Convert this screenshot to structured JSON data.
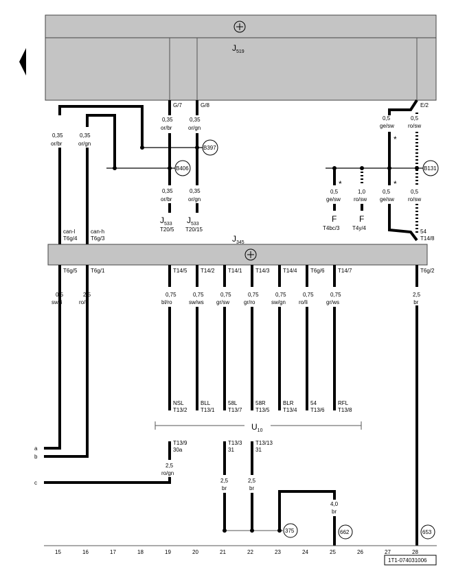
{
  "modules": {
    "top": {
      "name": "J",
      "sub": "519"
    },
    "middle": {
      "name": "J",
      "sub": "345"
    },
    "bottom_group": {
      "name": "U",
      "sub": "10"
    }
  },
  "nav": {
    "back_arrow": "prev-page"
  },
  "top_wires": {
    "g7": {
      "pin": "G/7",
      "section1": "0,35",
      "color1": "or/br",
      "section2": "0,35",
      "color2": "or/br",
      "dest": "J533",
      "dest_sub": "533",
      "dest_pin": "T20/5"
    },
    "g8": {
      "pin": "G/8",
      "section1": "0,35",
      "color1": "or/gn",
      "section2": "0,35",
      "color2": "or/gn",
      "dest": "J533",
      "dest_sub": "533",
      "dest_pin": "T20/15"
    },
    "e2": {
      "pin": "E/2"
    }
  },
  "left_wires": {
    "w15": {
      "section": "0,35",
      "color": "or/br",
      "label": "can-l",
      "pin": "T6g/4"
    },
    "w16": {
      "section": "0,35",
      "color": "or/gn",
      "label": "can-h",
      "pin": "T6g/3"
    }
  },
  "junctions": {
    "b397": "B397",
    "b406": "B406",
    "b131": "B131"
  },
  "right_wires": {
    "ge_sw_top": {
      "section": "0,5",
      "color": "ge/sw"
    },
    "ro_sw_top": {
      "section": "0,5",
      "color": "ro/sw"
    },
    "ge_sw_bot": {
      "section": "0,5",
      "color": "ge/sw"
    },
    "ro_sw_bot": {
      "section": "0,5",
      "color": "ro/sw"
    },
    "pin54": "54",
    "pin_t14_8": "T14/8",
    "star": "*"
  },
  "fuse_branches": [
    {
      "section": "0,5",
      "color": "ge/sw",
      "letter": "F",
      "pin": "T4bc/3",
      "star": "*"
    },
    {
      "section": "1,0",
      "color": "ro/sw",
      "letter": "F",
      "pin": "T4y/4"
    }
  ],
  "lower_wires": [
    {
      "pin": "T6g/5",
      "section": "0,5",
      "color": "sw/li"
    },
    {
      "pin": "T6g/1",
      "section": "2,5",
      "color": "ro/li"
    },
    {
      "pin": "T14/5",
      "section": "0,75",
      "color": "bl/ro",
      "func": "NSL",
      "dest": "T13/2"
    },
    {
      "pin": "T14/2",
      "section": "0,75",
      "color": "sw/ws",
      "func": "BLL",
      "dest": "T13/1"
    },
    {
      "pin": "T14/1",
      "section": "0,75",
      "color": "gr/sw",
      "func": "58L",
      "dest": "T13/7"
    },
    {
      "pin": "T14/3",
      "section": "0,75",
      "color": "gr/ro",
      "func": "58R",
      "dest": "T13/5"
    },
    {
      "pin": "T14/4",
      "section": "0,75",
      "color": "sw/gn",
      "func": "BLR",
      "dest": "T13/4"
    },
    {
      "pin": "T6g/6",
      "section": "0,75",
      "color": "ro/li",
      "func": "54",
      "dest": "T13/6"
    },
    {
      "pin": "T14/7",
      "section": "0,75",
      "color": "gr/ws",
      "func": "RFL",
      "dest": "T13/8"
    },
    {
      "pin": "T6g/2",
      "section": "2,5",
      "color": "br"
    }
  ],
  "u10_bottom": {
    "t13_9": {
      "pin": "T13/9",
      "func": "30a",
      "section": "2,5",
      "color": "ro/gn"
    },
    "t13_3": {
      "pin": "T13/3",
      "func": "31",
      "section": "2,5",
      "color": "br"
    },
    "t13_13": {
      "pin": "T13/13",
      "func": "31",
      "section": "2,5",
      "color": "br"
    },
    "w25": {
      "section": "4,0",
      "color": "br"
    }
  },
  "edge_labels": [
    "a",
    "b",
    "c"
  ],
  "grounds": {
    "g375": "375",
    "g662": "662",
    "g653": "653"
  },
  "columns": [
    "15",
    "16",
    "17",
    "18",
    "19",
    "20",
    "21",
    "22",
    "23",
    "24",
    "25",
    "26",
    "27",
    "28"
  ],
  "doc_id": "1T1-074031006"
}
